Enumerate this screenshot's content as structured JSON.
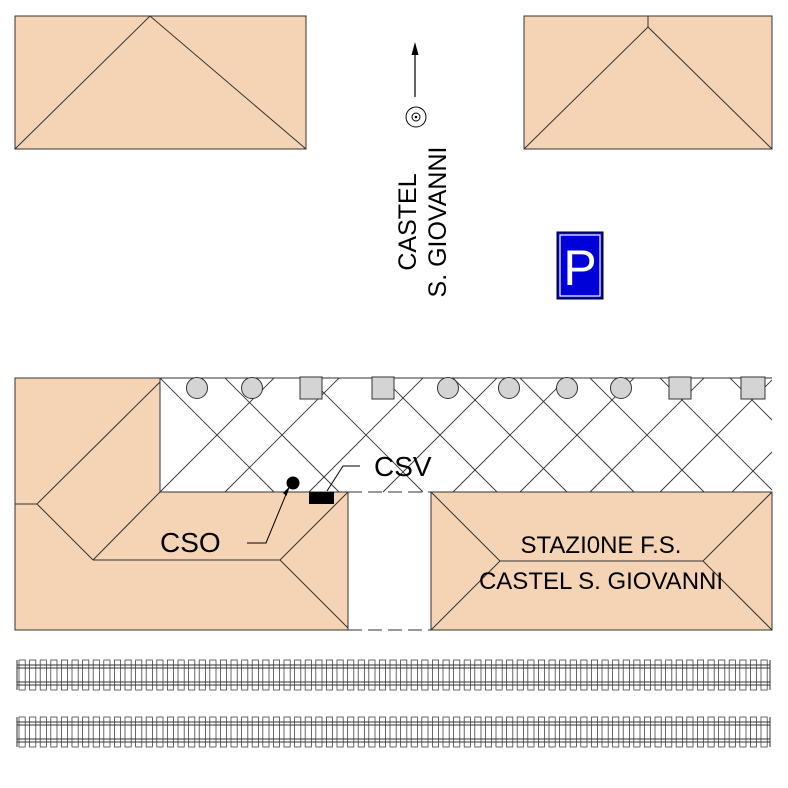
{
  "labels": {
    "street_line1": "CASTEL",
    "street_line2": "S. GIOVANNI",
    "cso": "CSO",
    "csv": "CSV",
    "station_line1": "STAZI0NE F.S.",
    "station_line2": "CASTEL S. GIOVANNI",
    "parking_letter": "P"
  },
  "colors": {
    "building": "#f4d4b4",
    "outline": "#333333",
    "parking": "#0000d8",
    "column": "#d4d4d4"
  },
  "icons": {
    "direction": "arrow-up-icon",
    "target": "target-icon",
    "parking": "parking-sign-icon"
  }
}
